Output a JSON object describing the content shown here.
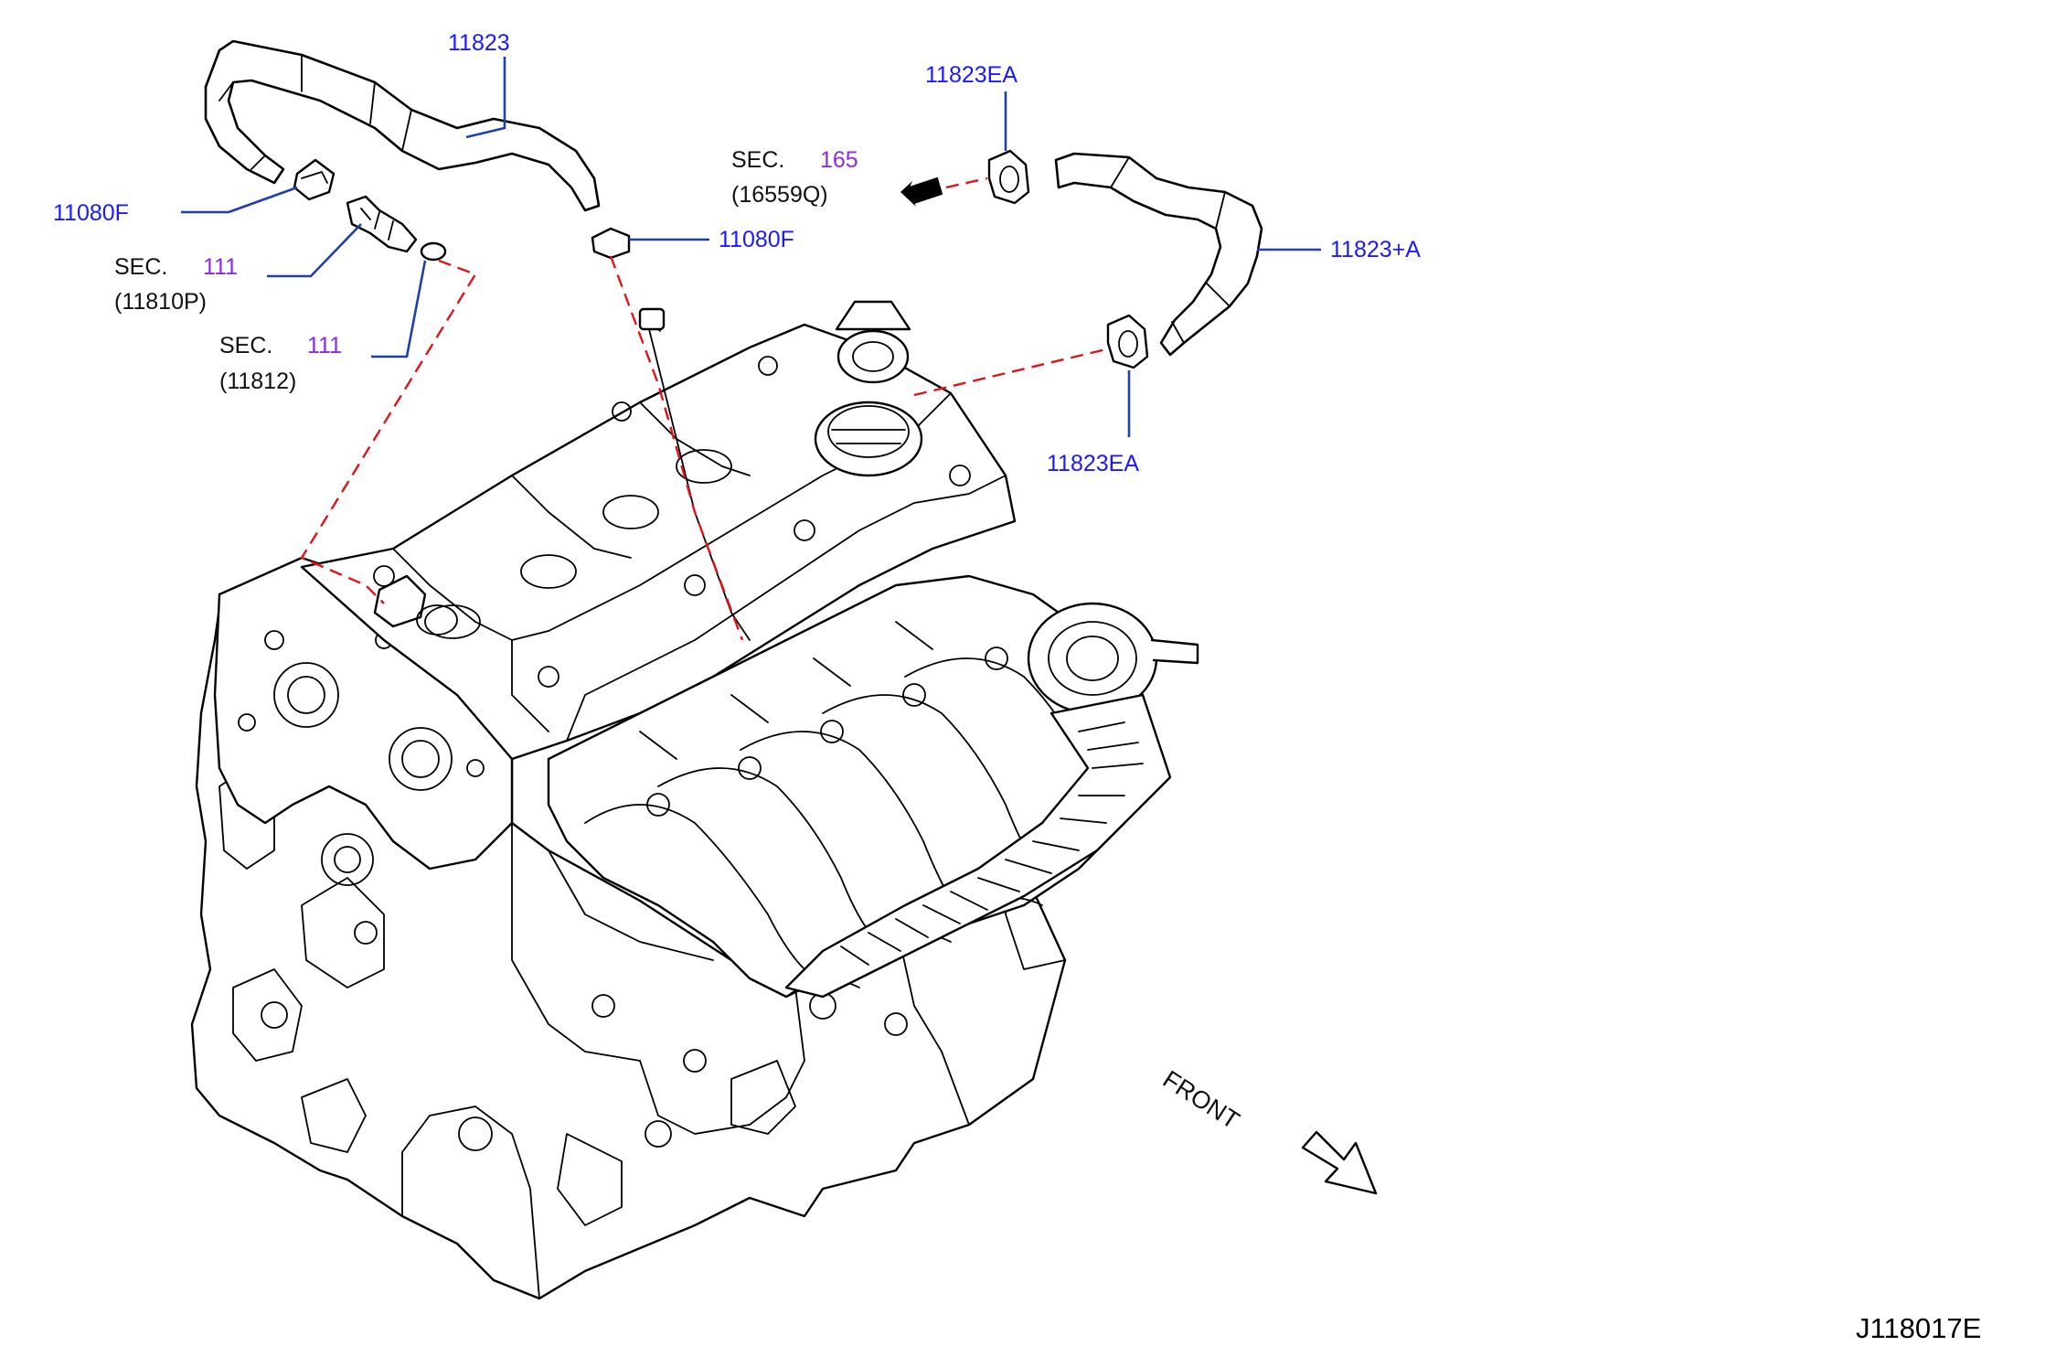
{
  "labels": {
    "hose_upper": "11823",
    "clamp_left": "11080F",
    "sec111_a": {
      "sec": "SEC.",
      "num": "111",
      "part": "(11810P)"
    },
    "sec111_b": {
      "sec": "SEC.",
      "num": "111",
      "part": "(11812)"
    },
    "clip_mid": "11080F",
    "sec165": {
      "sec": "SEC.",
      "num": "165",
      "part": "(16559Q)"
    },
    "clamp_upper_right": "11823EA",
    "hose_right": "11823+A",
    "clamp_lower_right": "11823EA",
    "front": "FRONT",
    "diagram_code": "J118017E"
  },
  "colors": {
    "part_number": "#1a1aff",
    "section_number": "#8a2be2",
    "leader_line": "#1f3fae",
    "connection_dash": "#e0141a",
    "line_art": "#000000"
  },
  "icons": {
    "front_arrow": "arrow-down-right-icon",
    "flow_arrow": "arrow-left-icon"
  }
}
